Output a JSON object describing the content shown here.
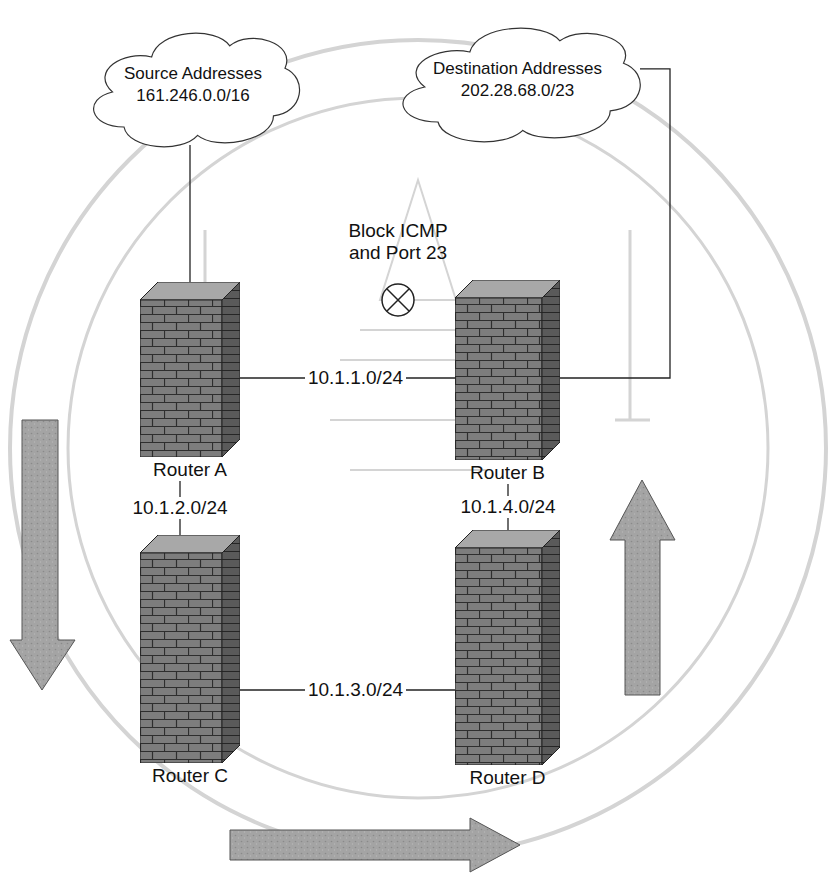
{
  "diagram": {
    "nodes": [
      {
        "text": [
          "Source Addresses",
          "161.246.0.0/16"
        ]
      },
      {
        "text": [
          "Destination Addresses",
          "202.28.68.0/23"
        ]
      },
      {
        "text": [
          "Router A"
        ]
      },
      {
        "text": [
          "Router B"
        ]
      },
      {
        "text": [
          "Router C"
        ]
      },
      {
        "text": [
          "Router D"
        ]
      }
    ],
    "edges": [
      {
        "from": 0,
        "to": 2,
        "arrow": "none"
      },
      {
        "from": 1,
        "to": 3,
        "arrow": "none"
      },
      {
        "from": 2,
        "to": 3,
        "label": "10.1.1.0/24",
        "arrow": "none"
      },
      {
        "from": 2,
        "to": 4,
        "label": "10.1.2.0/24",
        "arrow": "none"
      },
      {
        "from": 3,
        "to": 5,
        "label": "10.1.4.0/24",
        "arrow": "none"
      },
      {
        "from": 4,
        "to": 5,
        "label": "10.1.3.0/24",
        "arrow": "none"
      }
    ],
    "labels": [
      "Block ICMP and Port 23"
    ]
  }
}
